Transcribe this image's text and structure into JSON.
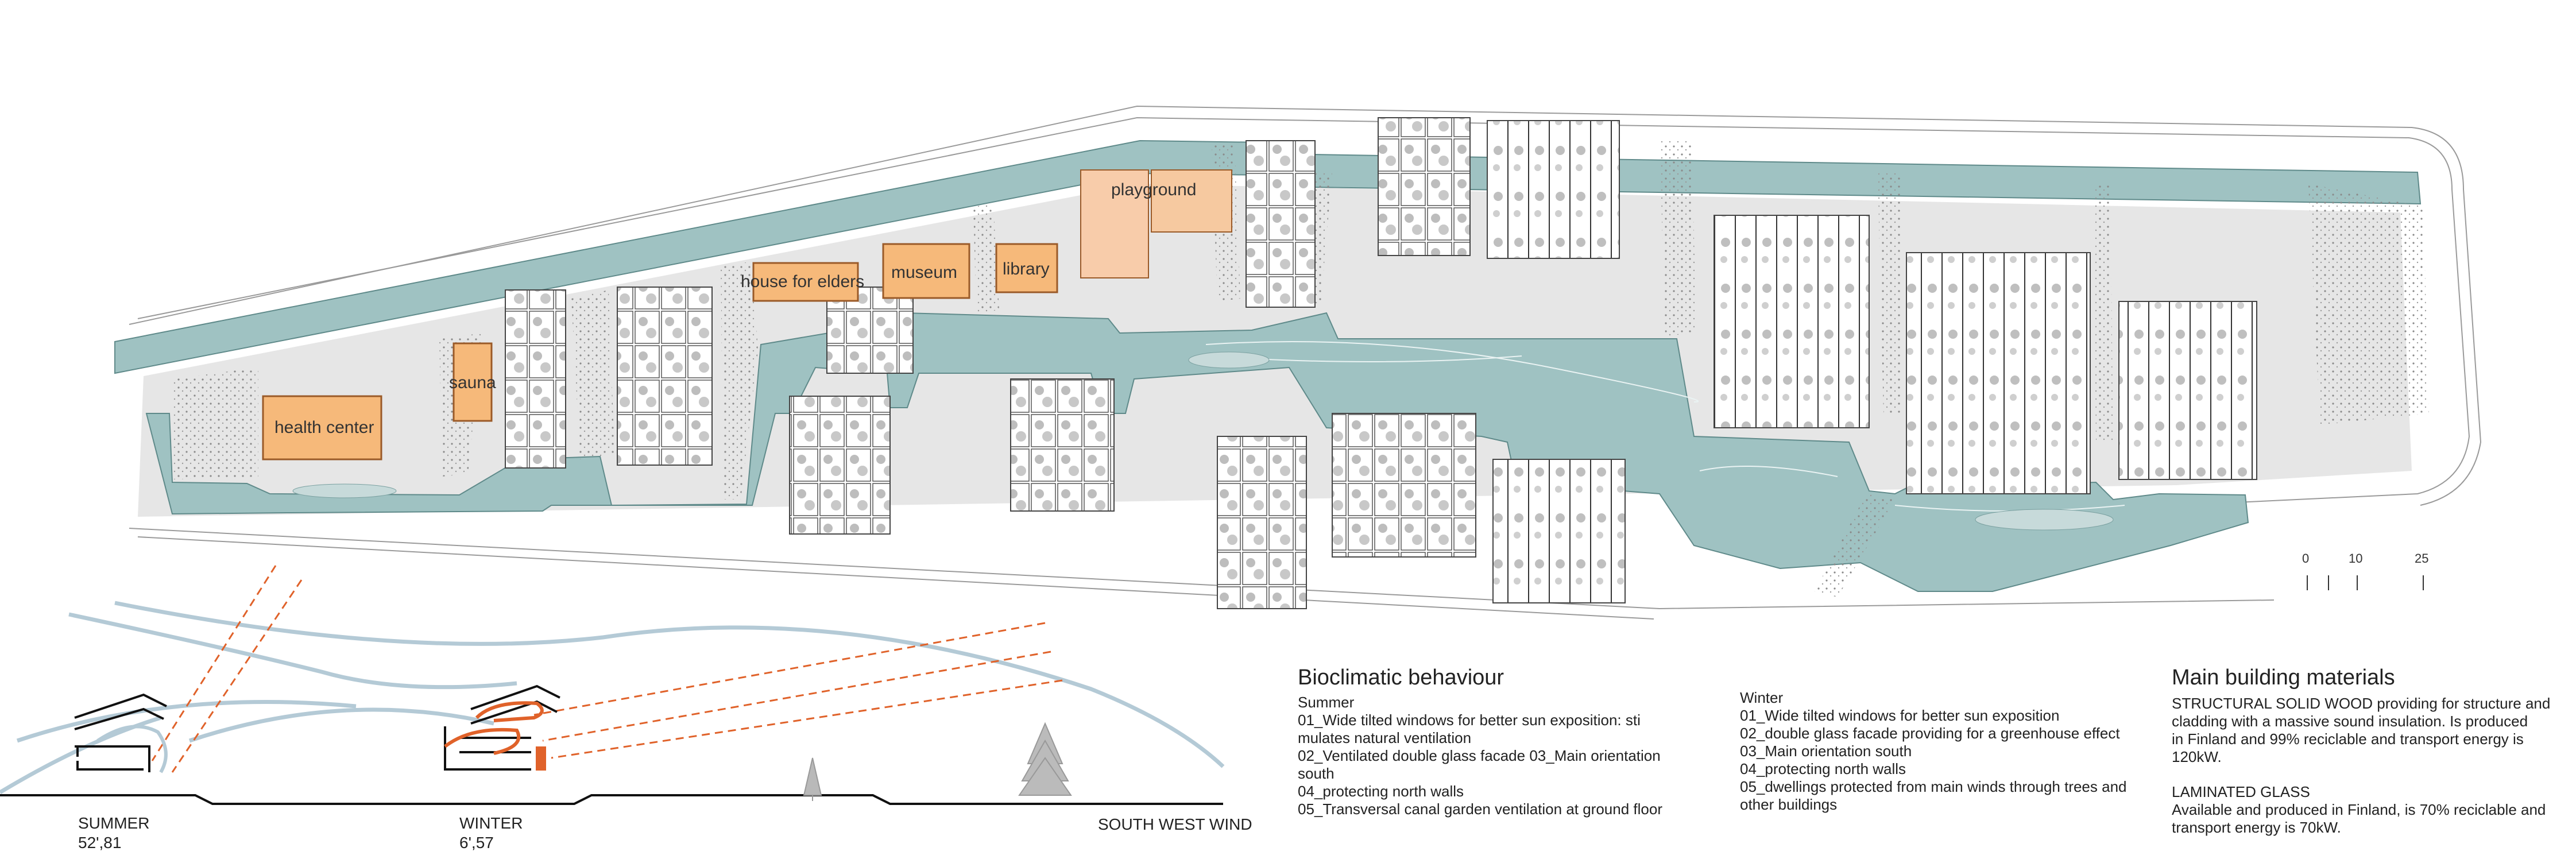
{
  "plan": {
    "buildings": [
      {
        "label": "health center"
      },
      {
        "label": "sauna"
      },
      {
        "label": "house for elders"
      },
      {
        "label": "museum"
      },
      {
        "label": "library"
      },
      {
        "label": "playground"
      }
    ],
    "scale": {
      "ticks": [
        "0",
        "10",
        "25"
      ]
    }
  },
  "colors": {
    "canal": "#9fc2c2",
    "building_fill": "#f6b97a",
    "building_stroke": "#9a5a28",
    "paving": "#d6d6d6",
    "wind": "#b4cad6",
    "sun": "#e0622a"
  },
  "sections": {
    "summer": {
      "label": "SUMMER",
      "angle": "52',81"
    },
    "winter": {
      "label": "WINTER",
      "angle": "6',57"
    },
    "wind": {
      "label": "SOUTH WEST WIND"
    }
  },
  "bioclimatic": {
    "title": "Bioclimatic behaviour",
    "summer_title": "Summer",
    "summer_lines": [
      "01_Wide tilted windows for better sun exposition: sti",
      "mulates natural ventilation",
      "02_Ventilated double glass facade 03_Main orientation",
      "south",
      "04_protecting north walls",
      "05_Transversal canal garden ventilation at ground floor"
    ],
    "winter_title": "Winter",
    "winter_lines": [
      "01_Wide tilted windows for better sun exposition",
      "02_double glass facade providing for a greenhouse effect",
      "03_Main orientation south",
      "04_protecting north walls",
      "05_dwellings protected from main winds through trees and",
      "other buildings"
    ]
  },
  "materials": {
    "title": "Main building materials",
    "wood": [
      "STRUCTURAL SOLID WOOD providing for structure and",
      "cladding with a massive sound insulation. Is produced",
      "in Finland and 99% reciclable and transport energy is",
      "120kW."
    ],
    "glass_title": "LAMINATED GLASS",
    "glass": [
      "Available and produced in Finland, is 70% reciclable and",
      "transport energy is 70kW."
    ]
  }
}
